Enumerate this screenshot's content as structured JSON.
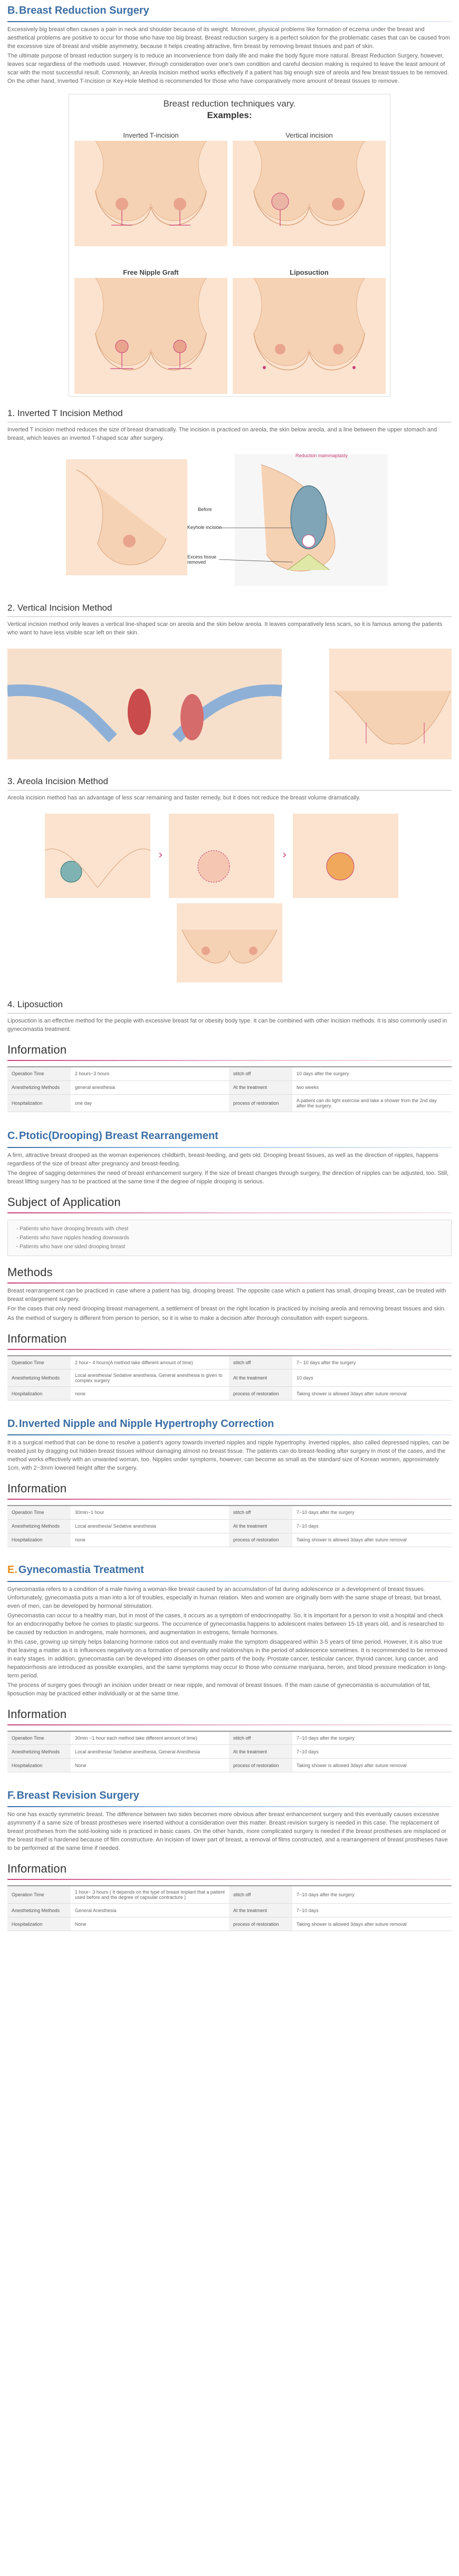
{
  "sectionB": {
    "letter": "B.",
    "title": "Breast Reduction Surgery",
    "intro1": "Excessively big breast often causes a pain in neck and shoulder because of its weight. Moreover, physical problems like formation of eczema under the breast and aesthetical problems are positive to occur for those who have too big breast. Breast reduction surgery is a perfect solution for the problematic cases that can be caused from the excessive size of breast and visible asymmetry, because it helps creating attractive, firm breast by removing breast tissues and part of skin.",
    "intro2": "The ultimate purpose of breast reduction surgery is to reduce an inconvenience from daily life and make the body figure more natural. Breast Reduction Surgery, however, leaves scar regardless of the methods used. However, through consideration over one's own condition and careful decision making is required to leave the least amount of scar with the most successful result. Commonly, an Areola Incision method works effectively if a patient has big enough size of areola and few breast tissues to be removed. On the other hand, Inverted T-Incision or Key-Hole Method is recommended for those who have comparatively more amount of breast tissues to remove.",
    "techniques": {
      "heading1": "Breast reduction techniques vary.",
      "heading2": "Examples:",
      "items": [
        "Inverted T-incision",
        "Vertical incision",
        "Free Nipple Graft",
        "Liposuction"
      ]
    },
    "method1": {
      "title": "1. Inverted T Incision Method",
      "text": "Inverted T incision method reduces the size of breast dramatically. The incision is practiced on areola, the skin below areola, and a line between the upper stomach and breast, which leaves an inverted T-shaped scar after surgery.",
      "labels": [
        "Reduction mammaplasty",
        "Before",
        "Keyhole incision",
        "Excess tissue removed"
      ]
    },
    "method2": {
      "title": "2. Vertical Incision Method",
      "text": "Vertical incision method only leaves a vertical line-shaped scar on areola and the skin below areola. It leaves comparatively less scars, so it is famous among the patients who want to have less visible scar left on their skin."
    },
    "method3": {
      "title": "3. Areola Incision Method",
      "text": "Areola incision method has an advantage of less scar remaining and faster remedy, but it does not reduce the breast volume dramatically."
    },
    "method4": {
      "title": "4. Liposuction",
      "text": "Liposuction is an effective method for the people with excessive breast fat or obesity body type. It can be combined with other incision methods. It is also commonly used in gynecomastia treatment."
    },
    "info": {
      "title": "Information",
      "rows": [
        {
          "k1": "Operation Time",
          "v1": "2 hours~3 hours",
          "k2": "stitch off",
          "v2": "10 days after the surgery"
        },
        {
          "k1": "Anesthetizing Methods",
          "v1": "general anesthesia",
          "k2": "At the treatment",
          "v2": "two weeks"
        },
        {
          "k1": "Hospitalization",
          "v1": "one day",
          "k2": "process of restoration",
          "v2": "A patient can do light exercise and take a shower from the 2nd day after the surgery."
        }
      ]
    }
  },
  "sectionC": {
    "letter": "C.",
    "title": "Ptotic(Drooping) Breast Rearrangement",
    "text1": "A firm, attractive breast drooped as the woman experiences childbirth, breast-feeding, and gets old. Drooping breast tissues, as well as the direction of nipples, happens regardless of the size of breast after pregnancy and breast-feeding.",
    "text2": "The degree of sagging determines the need of breast enhancement surgery. If the size of breast changes through surgery, the direction of nipples can be adjusted, too. Still, breast lifting surgery has to be practiced at the same time if the degree of nipple drooping is serious.",
    "subject_title": "Subject of Application",
    "subjects": [
      "- Patients who have drooping breasts with chest",
      "- Patients who have nipples heading downwards",
      "- Patients who have one sided drooping breast"
    ],
    "methods_title": "Methods",
    "methods_text1": "Breast rearrangement can be practiced in case where a patient has big, drooping breast. The opposite case which a patient has small, drooping breast, can be treated with breast enlargement surgery.",
    "methods_text2": "For the cases that only need drooping breast management, a settlement of breast on the right location is practiced by incising areola and removing breast tissues and skin.",
    "methods_text3": "As the method of surgery is different from person to person, so it is wise to make a decision after thorough consultation with expert surgeons.",
    "info": {
      "title": "Information",
      "rows": [
        {
          "k1": "Operation Time",
          "v1": "2 hour~ 4 hours(A method take different amount of time)",
          "k2": "stitch off",
          "v2": "7~ 10 days after the surgery"
        },
        {
          "k1": "Anesthetizing Methods",
          "v1": "Local anesthesia/ Sedative anesthesia, General anesthesia is given to complex surgery",
          "k2": "At the treatment",
          "v2": "10 days"
        },
        {
          "k1": "Hospitalization",
          "v1": "none",
          "k2": "process of restoration",
          "v2": "Taking shower is allowed 3days after suture removal"
        }
      ]
    }
  },
  "sectionD": {
    "letter": "D.",
    "title": "Inverted Nipple and Nipple Hypertrophy Correction",
    "text": "It is a surgical method that can be done to resolve a patient's agony towards inverted nipples and nipple hypertrophy. Inverted nipples, also called depressed nipples, can be treated just by dragging out hidden breast tissues without damaging almost no breast tissue. The patients can do breast-feeding after surgery in most of the cases, and the method works effectively with an unwanted woman, too. Nipples under symptoms, however, can become as small as the standard size of Korean women, approximately 1cm, with 2~3mm lowered height after the surgery.",
    "info": {
      "title": "Information",
      "rows": [
        {
          "k1": "Operation Time",
          "v1": "30min~1 hour",
          "k2": "stitch off",
          "v2": "7~10 days after the surgery"
        },
        {
          "k1": "Anesthetizing Methods",
          "v1": "Local anesthesia/ Sedative anesthesia",
          "k2": "At the treatment",
          "v2": "7~10 days"
        },
        {
          "k1": "Hospitalization",
          "v1": "none",
          "k2": "process of restoration",
          "v2": "Taking shower is allowed 3days after suture removal"
        }
      ]
    }
  },
  "sectionE": {
    "letter": "E.",
    "title": "Gynecomastia Treatment",
    "text1": "Gynecomastia refers to a condition of a male having a woman-like breast caused by an accumulation of fat during adolescence or a development of breast tissues. Unfortunately, gynecomastia puts a man into a lot of troubles, especially in human relation. Men and women are originally born with the same shape of breast, but breast, even of men, can be developed by hormonal stimulation.",
    "text2": "Gynecomastia can occur to a healthy man, but in most of the cases, it occurs as a symptom of endocrinopathy. So, it is important for a person to visit a hospital and check for an endocrinopathy before he comes to plastic surgeons. The occurrence of gynecomastia happens to adolescent males between 15-18 years old, and is researched to be caused by reduction in androgens, male hormones, and augmentation in estrogens, female hormones.",
    "text3": "In this case, growing up simply helps balancing hormone ratios out and eventually make the symptom disappeared within 3-5 years of time period. However, it is also true that leaving a matter as it is influences negatively on a formation of personality and relationships in the period of adolescence sometimes. It is recommended to be removed in early stages. In addition, gynecomastia can be developed into diseases on other parts of the body. Prostate cancer, testicular cancer, thyroid cancer, lung cancer, and hepatocirrhosis are introduced as possible examples, and the same symptoms may occur to those who consume marijuana, heroin, and blood pressure medication in long-term period.",
    "text4": "The process of surgery goes through an incision under breast or near nipple, and removal of breast tissues. If the main cause of gynecomastia is accumulation of fat, liposuction may be practiced either individually or at the same time.",
    "info": {
      "title": "Information",
      "rows": [
        {
          "k1": "Operation Time",
          "v1": "30min ~1 hour each method take different amount of time)",
          "k2": "stitch off",
          "v2": "7~10 days after the surgery"
        },
        {
          "k1": "Anesthetizing Methods",
          "v1": "Local anesthesia/ Sedative anesthesia, General Anesthesia",
          "k2": "At the treatment",
          "v2": "7~10 days"
        },
        {
          "k1": "Hospitalization",
          "v1": "None",
          "k2": "process of restoration",
          "v2": "Taking shower is allowed 3days after suture removal"
        }
      ]
    }
  },
  "sectionF": {
    "letter": "F.",
    "title": "Breast Revision Surgery",
    "text": "No one has exactly symmetric breast. The difference between two sides becomes more obvious after breast enhancement surgery and this eventually causes excessive asymmetry if a same size of breast prostheses were inserted without a consideration over this matter. Breast revision surgery is needed in this case. The replacement of breast prostheses from the sold-looking side is practiced in basic cases. On the other hands, more complicated surgery is needed if the breast prostheses are misplaced or the breast itself is hardened because of film constructure. An incision of lower part of breast, a removal of films constructed, and a rearrangement of breast prostheses have to be performed at the same time if needed.",
    "info": {
      "title": "Information",
      "rows": [
        {
          "k1": "Operation Time",
          "v1": "1 hour~ 3 hours ( It depends on the type of breast implant that a patient used before and the degree of capsular contracture )",
          "k2": "stitch off",
          "v2": "7~10 days after the surgery"
        },
        {
          "k1": "Anesthetizing Methods",
          "v1": "General Anesthesia",
          "k2": "At the treatment",
          "v2": "7~10 days"
        },
        {
          "k1": "Hospitalization",
          "v1": "None",
          "k2": "process of restoration",
          "v2": "Taking shower is allowed 3days after suture removal"
        }
      ]
    }
  },
  "colors": {
    "accent_blue": "#3b6ea5",
    "accent_pink": "#c94078",
    "accent_orange": "#e88a1a",
    "skin": "#f6d2b4"
  }
}
